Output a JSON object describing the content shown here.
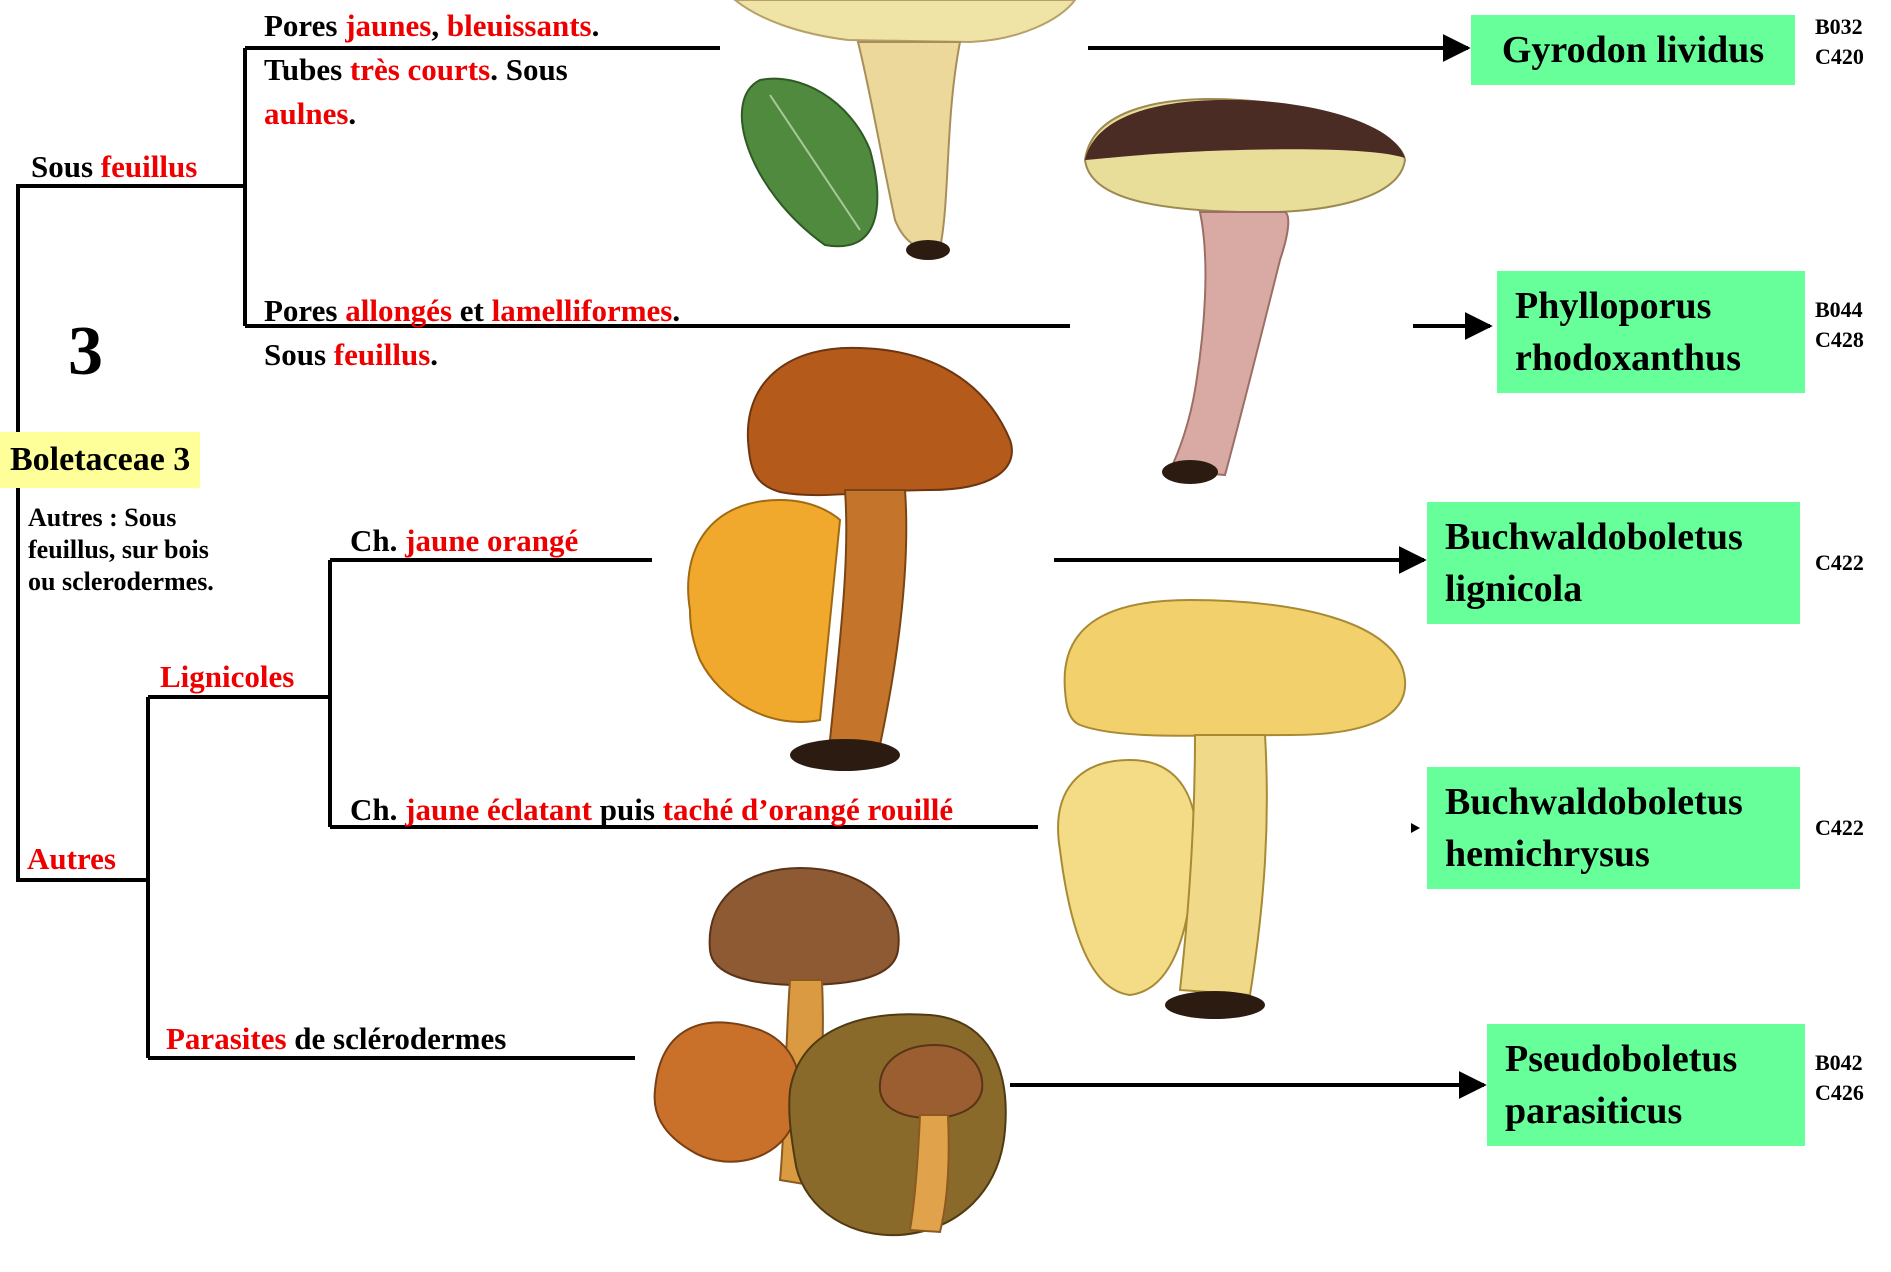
{
  "diagram": {
    "key_number": "3",
    "family_label": "Boletaceae  3",
    "others_note": [
      "Autres : Sous",
      "feuillus, sur bois",
      "ou sclerodermes."
    ],
    "branch_feuillus": {
      "prefix": "Sous ",
      "highlight": "feuillus"
    },
    "branch_autres": "Autres",
    "branch_lignicoles": "Lignicoles",
    "branch_parasites": {
      "highlight": "Parasites",
      "suffix": " de sclérodermes"
    },
    "lead_gyrodon": {
      "l1_a": "Pores ",
      "l1_b": "jaunes",
      "l1_c": ", ",
      "l1_d": "bleuissants",
      "l1_e": ".",
      "l2_a": "Tubes ",
      "l2_b": "très courts",
      "l2_c": ". Sous",
      "l3_a": "aulnes",
      "l3_b": "."
    },
    "lead_phylloporus": {
      "l1_a": "Pores ",
      "l1_b": "allongés",
      "l1_c": " et ",
      "l1_d": "lamelliformes",
      "l1_e": ".",
      "l2_a": "Sous ",
      "l2_b": "feuillus",
      "l2_c": "."
    },
    "lead_lignicola": {
      "a": "Ch. ",
      "b": "jaune orangé"
    },
    "lead_hemichrysus": {
      "a": "Ch. ",
      "b": "jaune éclatant",
      "c": " puis ",
      "d": "taché d’orangé rouillé"
    },
    "species": [
      {
        "name_lines": [
          "Gyrodon lividus"
        ],
        "codes": [
          "B032",
          "C420"
        ]
      },
      {
        "name_lines": [
          "Phylloporus",
          "rhodoxanthus"
        ],
        "codes": [
          "B044",
          "C428"
        ]
      },
      {
        "name_lines": [
          "Buchwaldoboletus",
          "lignicola"
        ],
        "codes": [
          "C422"
        ]
      },
      {
        "name_lines": [
          "Buchwaldoboletus",
          "hemichrysus"
        ],
        "codes": [
          "C422"
        ]
      },
      {
        "name_lines": [
          "Pseudoboletus",
          "parasiticus"
        ],
        "codes": [
          "B042",
          "C426"
        ]
      }
    ],
    "colors": {
      "highlight_text": "#ee0000",
      "species_box": "#66ff99",
      "family_box": "#ffff99"
    }
  }
}
